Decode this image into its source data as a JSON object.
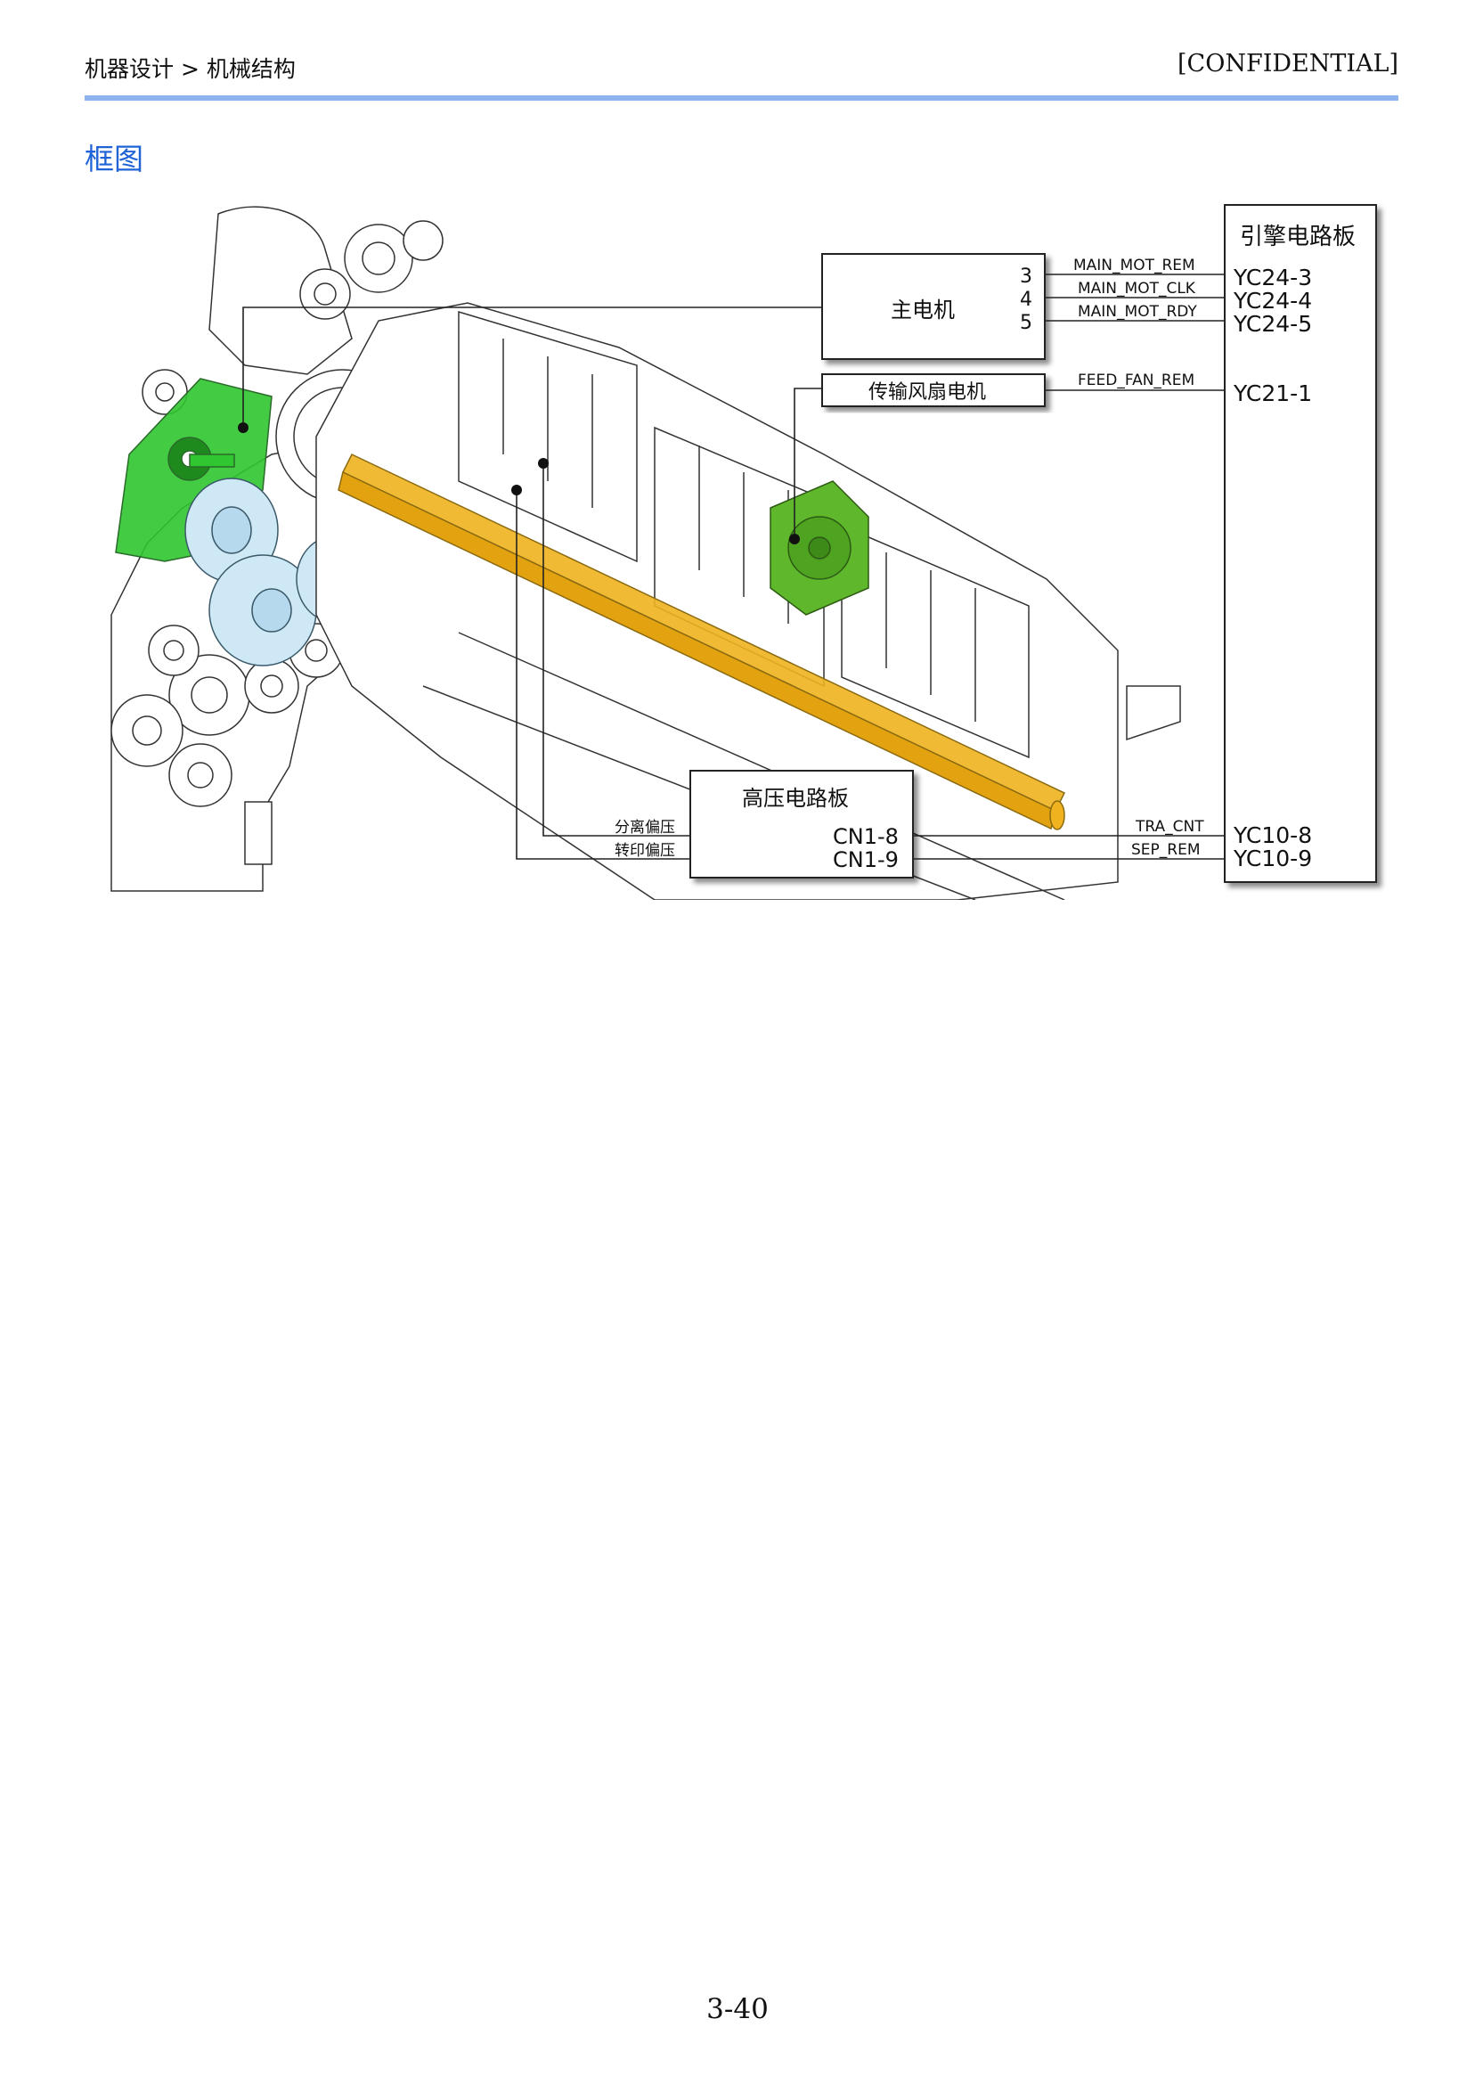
{
  "header": {
    "breadcrumb": "机器设计 > 机械结构",
    "classification": "[CONFIDENTIAL]"
  },
  "section_title": "框图",
  "diagram": {
    "engine_board": {
      "label": "引擎电路板",
      "pins": [
        "YC24-3",
        "YC24-4",
        "YC24-5",
        "YC21-1",
        "YC10-8",
        "YC10-9"
      ]
    },
    "main_motor": {
      "label": "主电机",
      "pins": [
        "3",
        "4",
        "5"
      ]
    },
    "fan_motor": {
      "label": "传输风扇电机"
    },
    "hv_board": {
      "label": "高压电路板",
      "pins": [
        "CN1-8",
        "CN1-9"
      ]
    },
    "signals": [
      "MAIN_MOT_REM",
      "MAIN_MOT_CLK",
      "MAIN_MOT_RDY",
      "FEED_FAN_REM",
      "TRA_CNT",
      "SEP_REM"
    ],
    "roller_labels": [
      "分离偏压",
      "转印偏压"
    ],
    "colors": {
      "main_motor": "#2fc62f",
      "fan": "#5fb82b",
      "transfer_roller": "#f0b31f",
      "gears": "#cfe8f6",
      "title": "#1f63d6",
      "rule": "#8fb3ee"
    }
  },
  "footer": {
    "page_number": "3-40"
  }
}
